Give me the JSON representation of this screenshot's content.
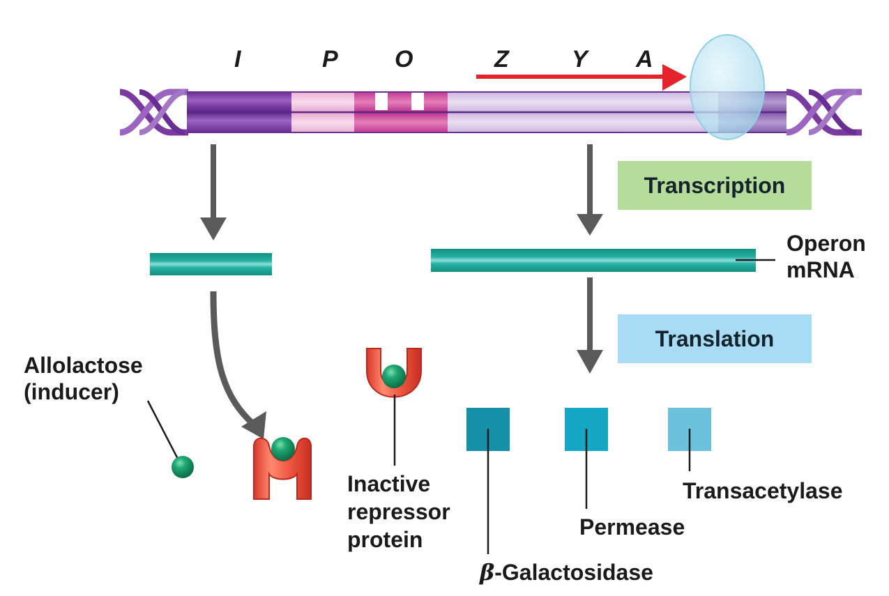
{
  "diagram": {
    "title": "lac operon induction",
    "genes": {
      "I": "I",
      "P": "P",
      "O": "O",
      "Z": "Z",
      "Y": "Y",
      "A": "A"
    },
    "steps": {
      "transcription": "Transcription",
      "translation": "Translation"
    },
    "labels": {
      "operon_mrna_line1": "Operon",
      "operon_mrna_line2": "mRNA",
      "allolactose_line1": "Allolactose",
      "allolactose_line2": "(inducer)",
      "inactive_repressor_line1": "Inactive",
      "inactive_repressor_line2": "repressor",
      "inactive_repressor_line3": "protein",
      "beta_symbol": "β",
      "beta_gal_rest": "-Galactosidase",
      "permease": "Permease",
      "transacetylase": "Transacetylase"
    },
    "colors": {
      "regulator_gene": "#7a3aa0",
      "promoter": "#f2c4e0",
      "operator": "#cc3f9a",
      "structural_genes": "#d8c6e6",
      "polymerase": "#bfe6f2",
      "transcription_arrow": "#e3242b",
      "flow_arrow": "#5a5a5a",
      "mrna": "#1aa89e",
      "repressor": "#e8503a",
      "inducer": "#159a66",
      "transcription_box": "#b5dc9a",
      "translation_box": "#a8dcf4",
      "beta_galactosidase": "#1590a8",
      "permease_color": "#15a7c4",
      "transacetylase_color": "#6cc1dc"
    }
  }
}
